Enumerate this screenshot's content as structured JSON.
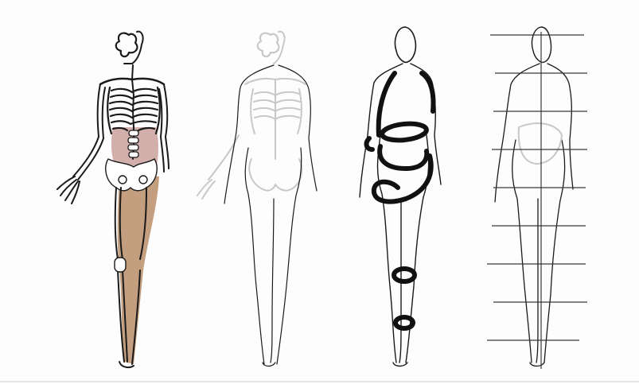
{
  "figures": [
    {
      "stage": "skeleton-with-muscle-fill",
      "color_flesh": "#b98e6a",
      "color_organ": "#b06f6a"
    },
    {
      "stage": "faint-skeleton-under-body-outline",
      "color_faint": "#c8c8c8"
    },
    {
      "stage": "body-outline-with-volume-rings",
      "color_ink": "#111111"
    },
    {
      "stage": "body-outline-with-proportion-guides",
      "guide_line_count": 9
    }
  ],
  "colors": {
    "background": "#fdfdfd",
    "ink": "#1a1a1a",
    "faint": "#c8c8c8",
    "muscle": "#b98e6a"
  }
}
